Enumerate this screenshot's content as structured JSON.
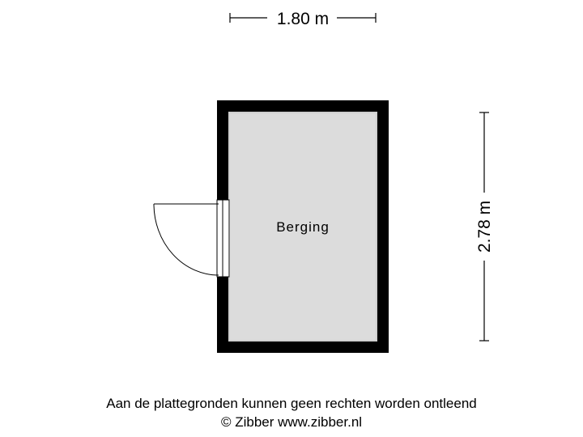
{
  "dimensions": {
    "width_label": "1.80 m",
    "height_label": "2.78 m"
  },
  "rooms": [
    {
      "label": "Berging"
    }
  ],
  "footer": {
    "disclaimer": "Aan de plattegronden kunnen geen rechten worden ontleend",
    "copyright": "© Zibber www.zibber.nl"
  },
  "colors": {
    "wall": "#000000",
    "floor": "#dcdcdc",
    "door": "#000000"
  }
}
